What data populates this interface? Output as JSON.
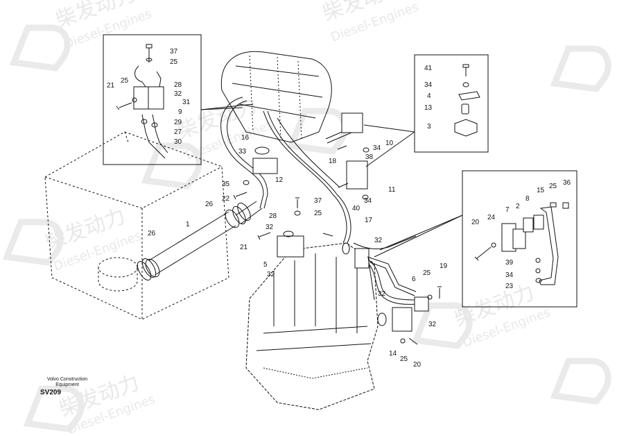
{
  "caption": {
    "line1": "Volvo Construction",
    "line2": "Equipment",
    "code": "SV209"
  },
  "watermark": {
    "brand_cn": "柴发动力",
    "brand_en": "Diesel-Engines",
    "color": "#e8e8e8"
  },
  "colors": {
    "line": "#111111",
    "background": "#ffffff"
  },
  "callouts": {
    "inset_valve": [
      "37",
      "25",
      "21",
      "25",
      "28",
      "32",
      "31",
      "9",
      "29",
      "27",
      "30"
    ],
    "inset_clamp": [
      "41",
      "34",
      "4",
      "13",
      "3"
    ],
    "inset_bracket": [
      "15",
      "25",
      "36",
      "7",
      "2",
      "8",
      "20",
      "24",
      "39",
      "34",
      "23"
    ],
    "main": [
      "16",
      "33",
      "35",
      "22",
      "26",
      "1",
      "26",
      "12",
      "18",
      "34",
      "38",
      "10",
      "11",
      "37",
      "28",
      "25",
      "32",
      "21",
      "5",
      "32",
      "40",
      "34",
      "17",
      "32",
      "25",
      "19",
      "6",
      "32",
      "32",
      "14",
      "25",
      "20"
    ]
  }
}
